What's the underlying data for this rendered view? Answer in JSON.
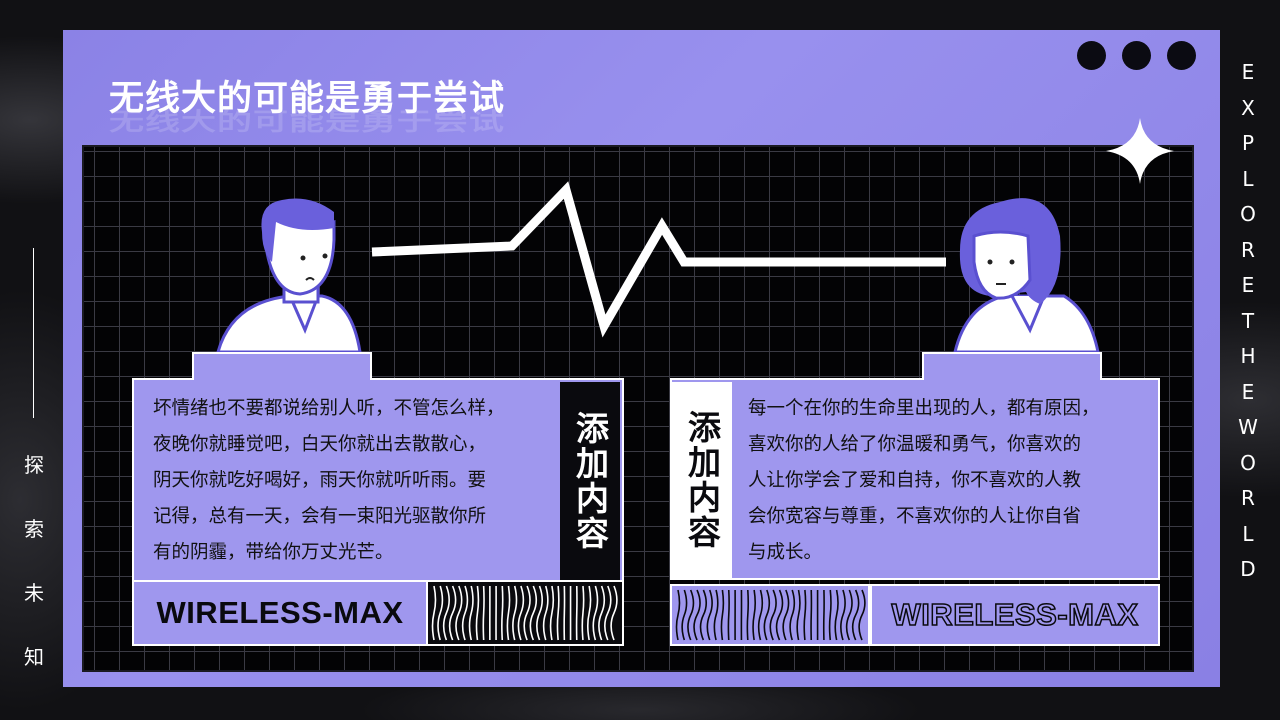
{
  "title": "无线大的可能是勇于尝试",
  "side_left": [
    "探",
    "索",
    "未",
    "知"
  ],
  "side_right": [
    "E",
    "X",
    "P",
    "L",
    "O",
    "R",
    "E",
    "T",
    "H",
    "E",
    "W",
    "O",
    "R",
    "L",
    "D"
  ],
  "left_panel": {
    "tab": "添加内容",
    "lines": [
      "坏情绪也不要都说给别人听，不管怎么样，",
      "夜晚你就睡觉吧，白天你就出去散散心，",
      "阴天你就吃好喝好，雨天你就听听雨。要",
      "记得，总有一天，会有一束阳光驱散你所",
      "有的阴霾，带给你万丈光芒。"
    ],
    "brand": "WIRELESS-MAX"
  },
  "right_panel": {
    "tab": "添加内容",
    "lines": [
      "每一个在你的生命里出现的人，都有原因，",
      "喜欢你的人给了你温暖和勇气，你喜欢的",
      "人让你学会了爱和自持，你不喜欢的人教",
      "会你宽容与尊重，不喜欢你的人让你自省",
      "与成长。"
    ],
    "brand": "WIRELESS-MAX"
  },
  "colors": {
    "accent": "#8b82e6",
    "panel": "#9f97ee",
    "dark": "#0a0a0e"
  }
}
